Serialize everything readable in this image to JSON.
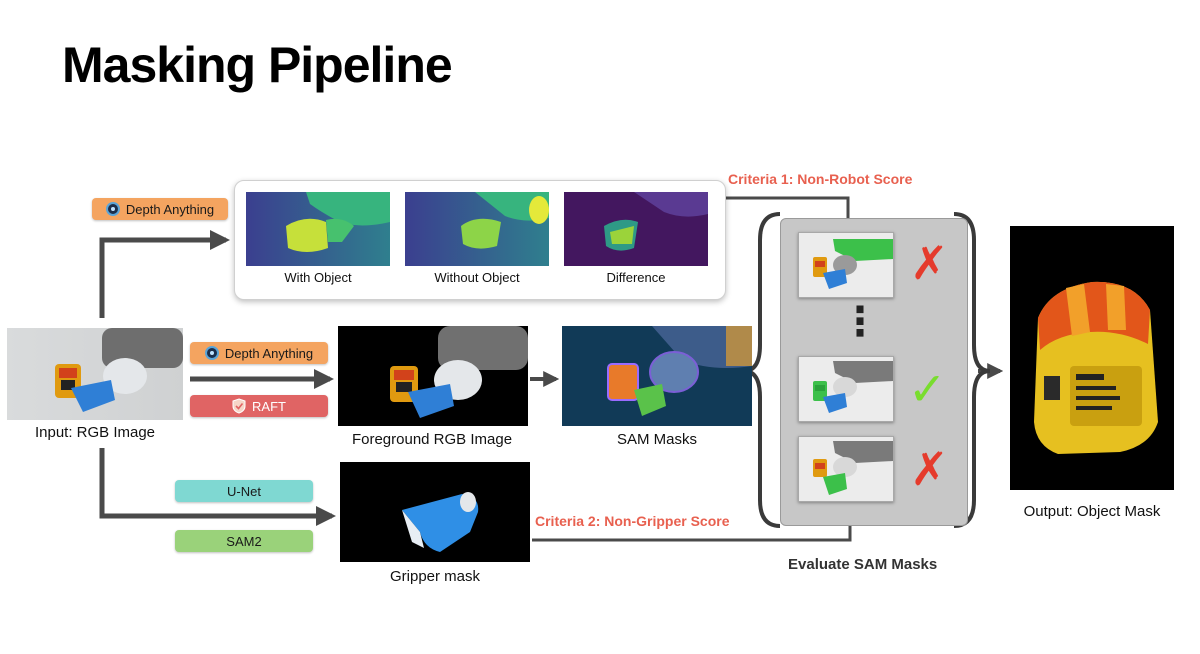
{
  "title": "Masking Pipeline",
  "input": {
    "caption": "Input: RGB Image"
  },
  "tools": {
    "depth_anything_top": "Depth Anything",
    "depth_anything_mid": "Depth Anything",
    "raft": "RAFT",
    "unet": "U-Net",
    "sam2": "SAM2"
  },
  "depth_panel": {
    "with_object": "With Object",
    "without_object": "Without Object",
    "difference": "Difference"
  },
  "foreground": {
    "caption": "Foreground RGB Image"
  },
  "sam_masks": {
    "caption": "SAM Masks"
  },
  "gripper": {
    "caption": "Gripper mask"
  },
  "criteria_1": "Criteria 1: Non-Robot Score",
  "criteria_2": "Criteria 2: Non-Gripper Score",
  "evaluate": "Evaluate SAM Masks",
  "ellipsis": "⋮",
  "marks": {
    "reject": "✗",
    "accept": "✓"
  },
  "output": {
    "caption": "Output: Object Mask"
  },
  "colors": {
    "criteria": "#e8604f",
    "reject": "#e53b2c",
    "accept": "#79dd2e",
    "arrow": "#4a4a4a"
  }
}
